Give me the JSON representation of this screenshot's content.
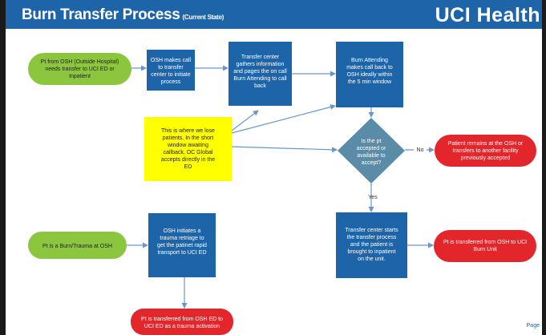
{
  "header": {
    "title": "Burn Transfer Process",
    "subtitle": "(Current State)",
    "brand": "UCI Health"
  },
  "footer": {
    "page_label": "Page"
  },
  "colors": {
    "header": "#1d64a8",
    "process_box": "#1d64a8",
    "start_oval": "#8cc63f",
    "end_oval": "#e3262b",
    "note": "#ffff00",
    "decision": "#5a8ca8",
    "connector": "#6a97c7"
  },
  "nodes": {
    "start_osh": {
      "lines": [
        "Pt from OSH (Outside Hospital)",
        "needs transfer to UCI ED or",
        "Inpatient"
      ]
    },
    "osh_call": {
      "lines": [
        "OSH makes call",
        "to transfer",
        "center to initiate",
        "process"
      ]
    },
    "transfer_center": {
      "lines": [
        "Transfer center",
        "gathers information",
        "and pages the on call",
        "Burn Attending to call",
        "back"
      ]
    },
    "burn_attending": {
      "lines": [
        "Burn Attending",
        "makes call back to",
        "OSH ideally within",
        "the 5 min window"
      ]
    },
    "note": {
      "lines": [
        "This is where we lose",
        "patients. In the short",
        "window awaiting",
        "callback, OC Global",
        "accepts directly in the",
        "ED"
      ]
    },
    "decision": {
      "lines": [
        "Is the pt",
        "accepted or",
        "available to",
        "accept?"
      ]
    },
    "remains_osh": {
      "lines": [
        "Patient remains at the OSH or",
        "transfers to another facility",
        "previously accepted"
      ]
    },
    "start_trauma": {
      "lines": [
        "Pt is a Burn/Trauma at OSH"
      ]
    },
    "trauma_retriage": {
      "lines": [
        "OSH initiates a",
        "trauma retriage to",
        "get the patinet rapid",
        "transport to UCI ED"
      ]
    },
    "transfer_starts": {
      "lines": [
        "Transfer center starts",
        "the transfer process",
        "and the patient is",
        "brought to inpatient",
        "on the unit."
      ]
    },
    "to_burn_unit": {
      "lines": [
        "Pt is transferred from OSH to UCI",
        "Burn Unit"
      ]
    },
    "trauma_activation": {
      "lines": [
        "Pt is transferred from OSH ED to",
        "UCI ED as a trauma activation"
      ]
    }
  },
  "edges": {
    "no_label": "No",
    "yes_label": "Yes"
  }
}
